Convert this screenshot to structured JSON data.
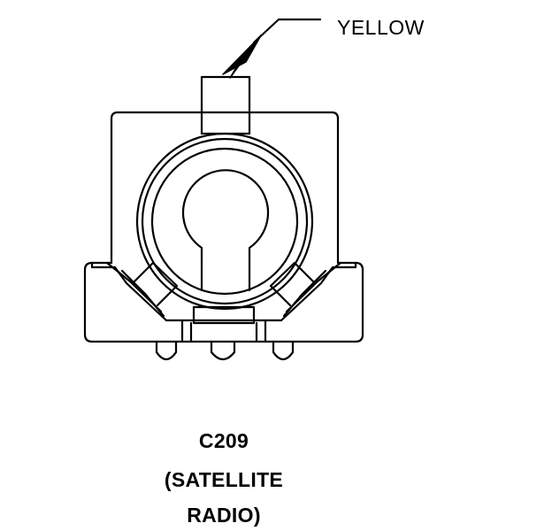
{
  "callout": {
    "color_label": "YELLOW"
  },
  "connector": {
    "id": "C209",
    "description_line1": "(SATELLITE",
    "description_line2": "RADIO)"
  },
  "colors": {
    "line": "#000000",
    "background": "#ffffff"
  }
}
